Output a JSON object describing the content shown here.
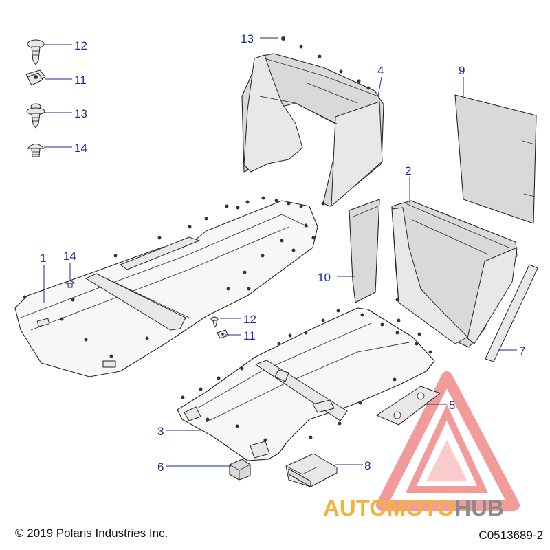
{
  "callouts": [
    {
      "id": "c12a",
      "text": "12"
    },
    {
      "id": "c11a",
      "text": "11"
    },
    {
      "id": "c13a",
      "text": "13"
    },
    {
      "id": "c14a",
      "text": "14"
    },
    {
      "id": "c13b",
      "text": "13"
    },
    {
      "id": "c4",
      "text": "4"
    },
    {
      "id": "c9",
      "text": "9"
    },
    {
      "id": "c2",
      "text": "2"
    },
    {
      "id": "c1",
      "text": "1"
    },
    {
      "id": "c14b",
      "text": "14"
    },
    {
      "id": "c10",
      "text": "10"
    },
    {
      "id": "c12b",
      "text": "12"
    },
    {
      "id": "c11b",
      "text": "11"
    },
    {
      "id": "c7",
      "text": "7"
    },
    {
      "id": "c5",
      "text": "5"
    },
    {
      "id": "c3",
      "text": "3"
    },
    {
      "id": "c6",
      "text": "6"
    },
    {
      "id": "c8",
      "text": "8"
    }
  ],
  "footer": {
    "copyright": "© 2019 Polaris Industries Inc.",
    "diagram_code": "C0513689-2"
  },
  "watermark": {
    "part1": "AUTOMOTO",
    "part2": "HUB",
    "color_primary": "#f3b23d",
    "color_secondary": "#8a8a8a",
    "triangle_color": "#e84a4a"
  }
}
